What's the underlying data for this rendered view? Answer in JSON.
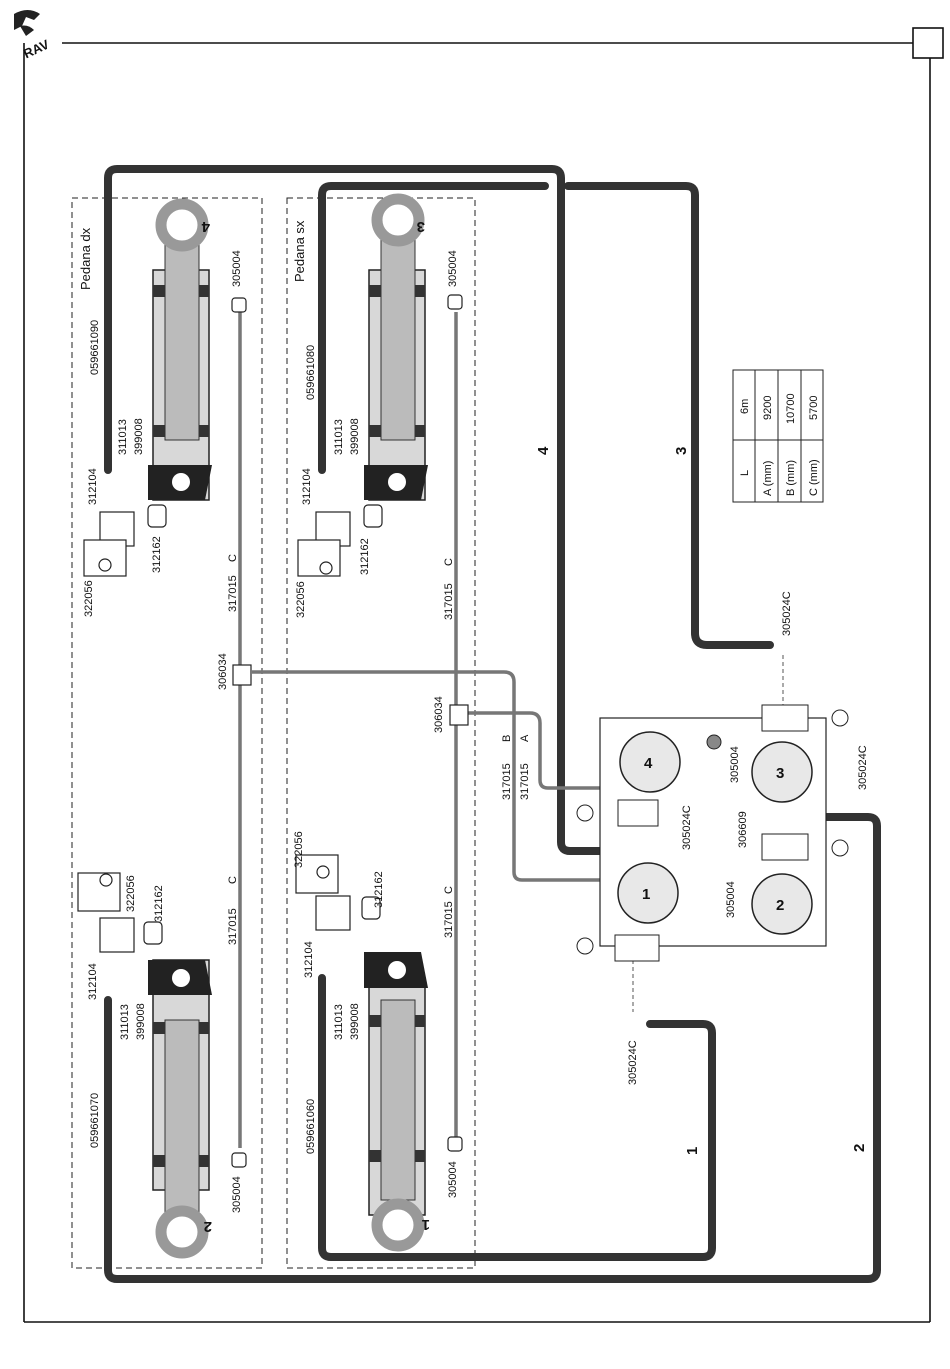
{
  "diagram": {
    "groups": {
      "right": "Pedana dx",
      "left": "Pedana sx"
    },
    "hoses": [
      "059661090",
      "059661080",
      "059661070",
      "059661060"
    ],
    "line_numbers": [
      "1",
      "2",
      "3",
      "4"
    ],
    "cylinders": [
      "4",
      "3",
      "2",
      "1"
    ],
    "pumps": [
      "1",
      "2",
      "3",
      "4"
    ],
    "parts": {
      "p305004": "305004",
      "p312104": "312104",
      "p311013": "311013",
      "p399008": "399008",
      "p322056": "322056",
      "p312162": "312162",
      "p317015": "317015",
      "p306034": "306034",
      "p305024C": "305024C",
      "p306609": "306609"
    },
    "line_letters": {
      "a": "A",
      "b": "B",
      "c": "C"
    }
  },
  "length_table": {
    "header": [
      "L",
      "6m"
    ],
    "rows": [
      [
        "A (mm)",
        "9200"
      ],
      [
        "B (mm)",
        "10700"
      ],
      [
        "C (mm)",
        "5700"
      ]
    ]
  },
  "logo_text": "RAV"
}
